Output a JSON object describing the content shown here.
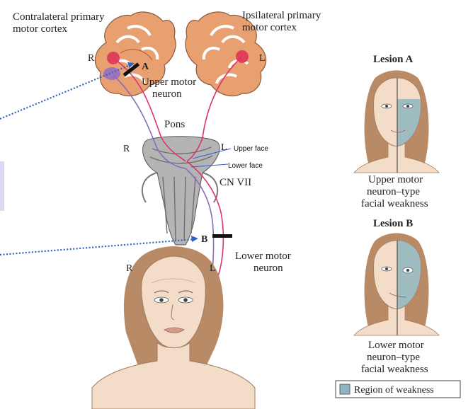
{
  "labels": {
    "contralateral": [
      "Contralateral primary",
      "motor cortex"
    ],
    "ipsilateral": [
      "Ipsilateral primary",
      "motor cortex"
    ],
    "side_r": "R",
    "side_l": "L",
    "lesion_a_marker": "A",
    "lesion_b_marker": "B",
    "upper_motor_neuron": [
      "Upper motor",
      "neuron"
    ],
    "pons": "Pons",
    "upper_face": "Upper face",
    "lower_face": "Lower face",
    "cn_vii": "CN VII",
    "lower_motor_neuron": [
      "Lower motor",
      "neuron"
    ]
  },
  "lesion_a": {
    "title": "Lesion A",
    "caption": [
      "Upper motor",
      "neuron–type",
      "facial weakness"
    ]
  },
  "lesion_b": {
    "title": "Lesion B",
    "caption": [
      "Lower motor",
      "neuron–type",
      "facial weakness"
    ]
  },
  "legend": {
    "label": "Region of weakness"
  },
  "colors": {
    "weakness": "#8fb6c0",
    "pathway_pink": "#d9366b",
    "pathway_purple": "#8b6bb8",
    "pointer_blue": "#2f62c4",
    "cortex_tan": "#e8a070",
    "hair": "#b98a66",
    "skin": "#f3ddc9"
  }
}
